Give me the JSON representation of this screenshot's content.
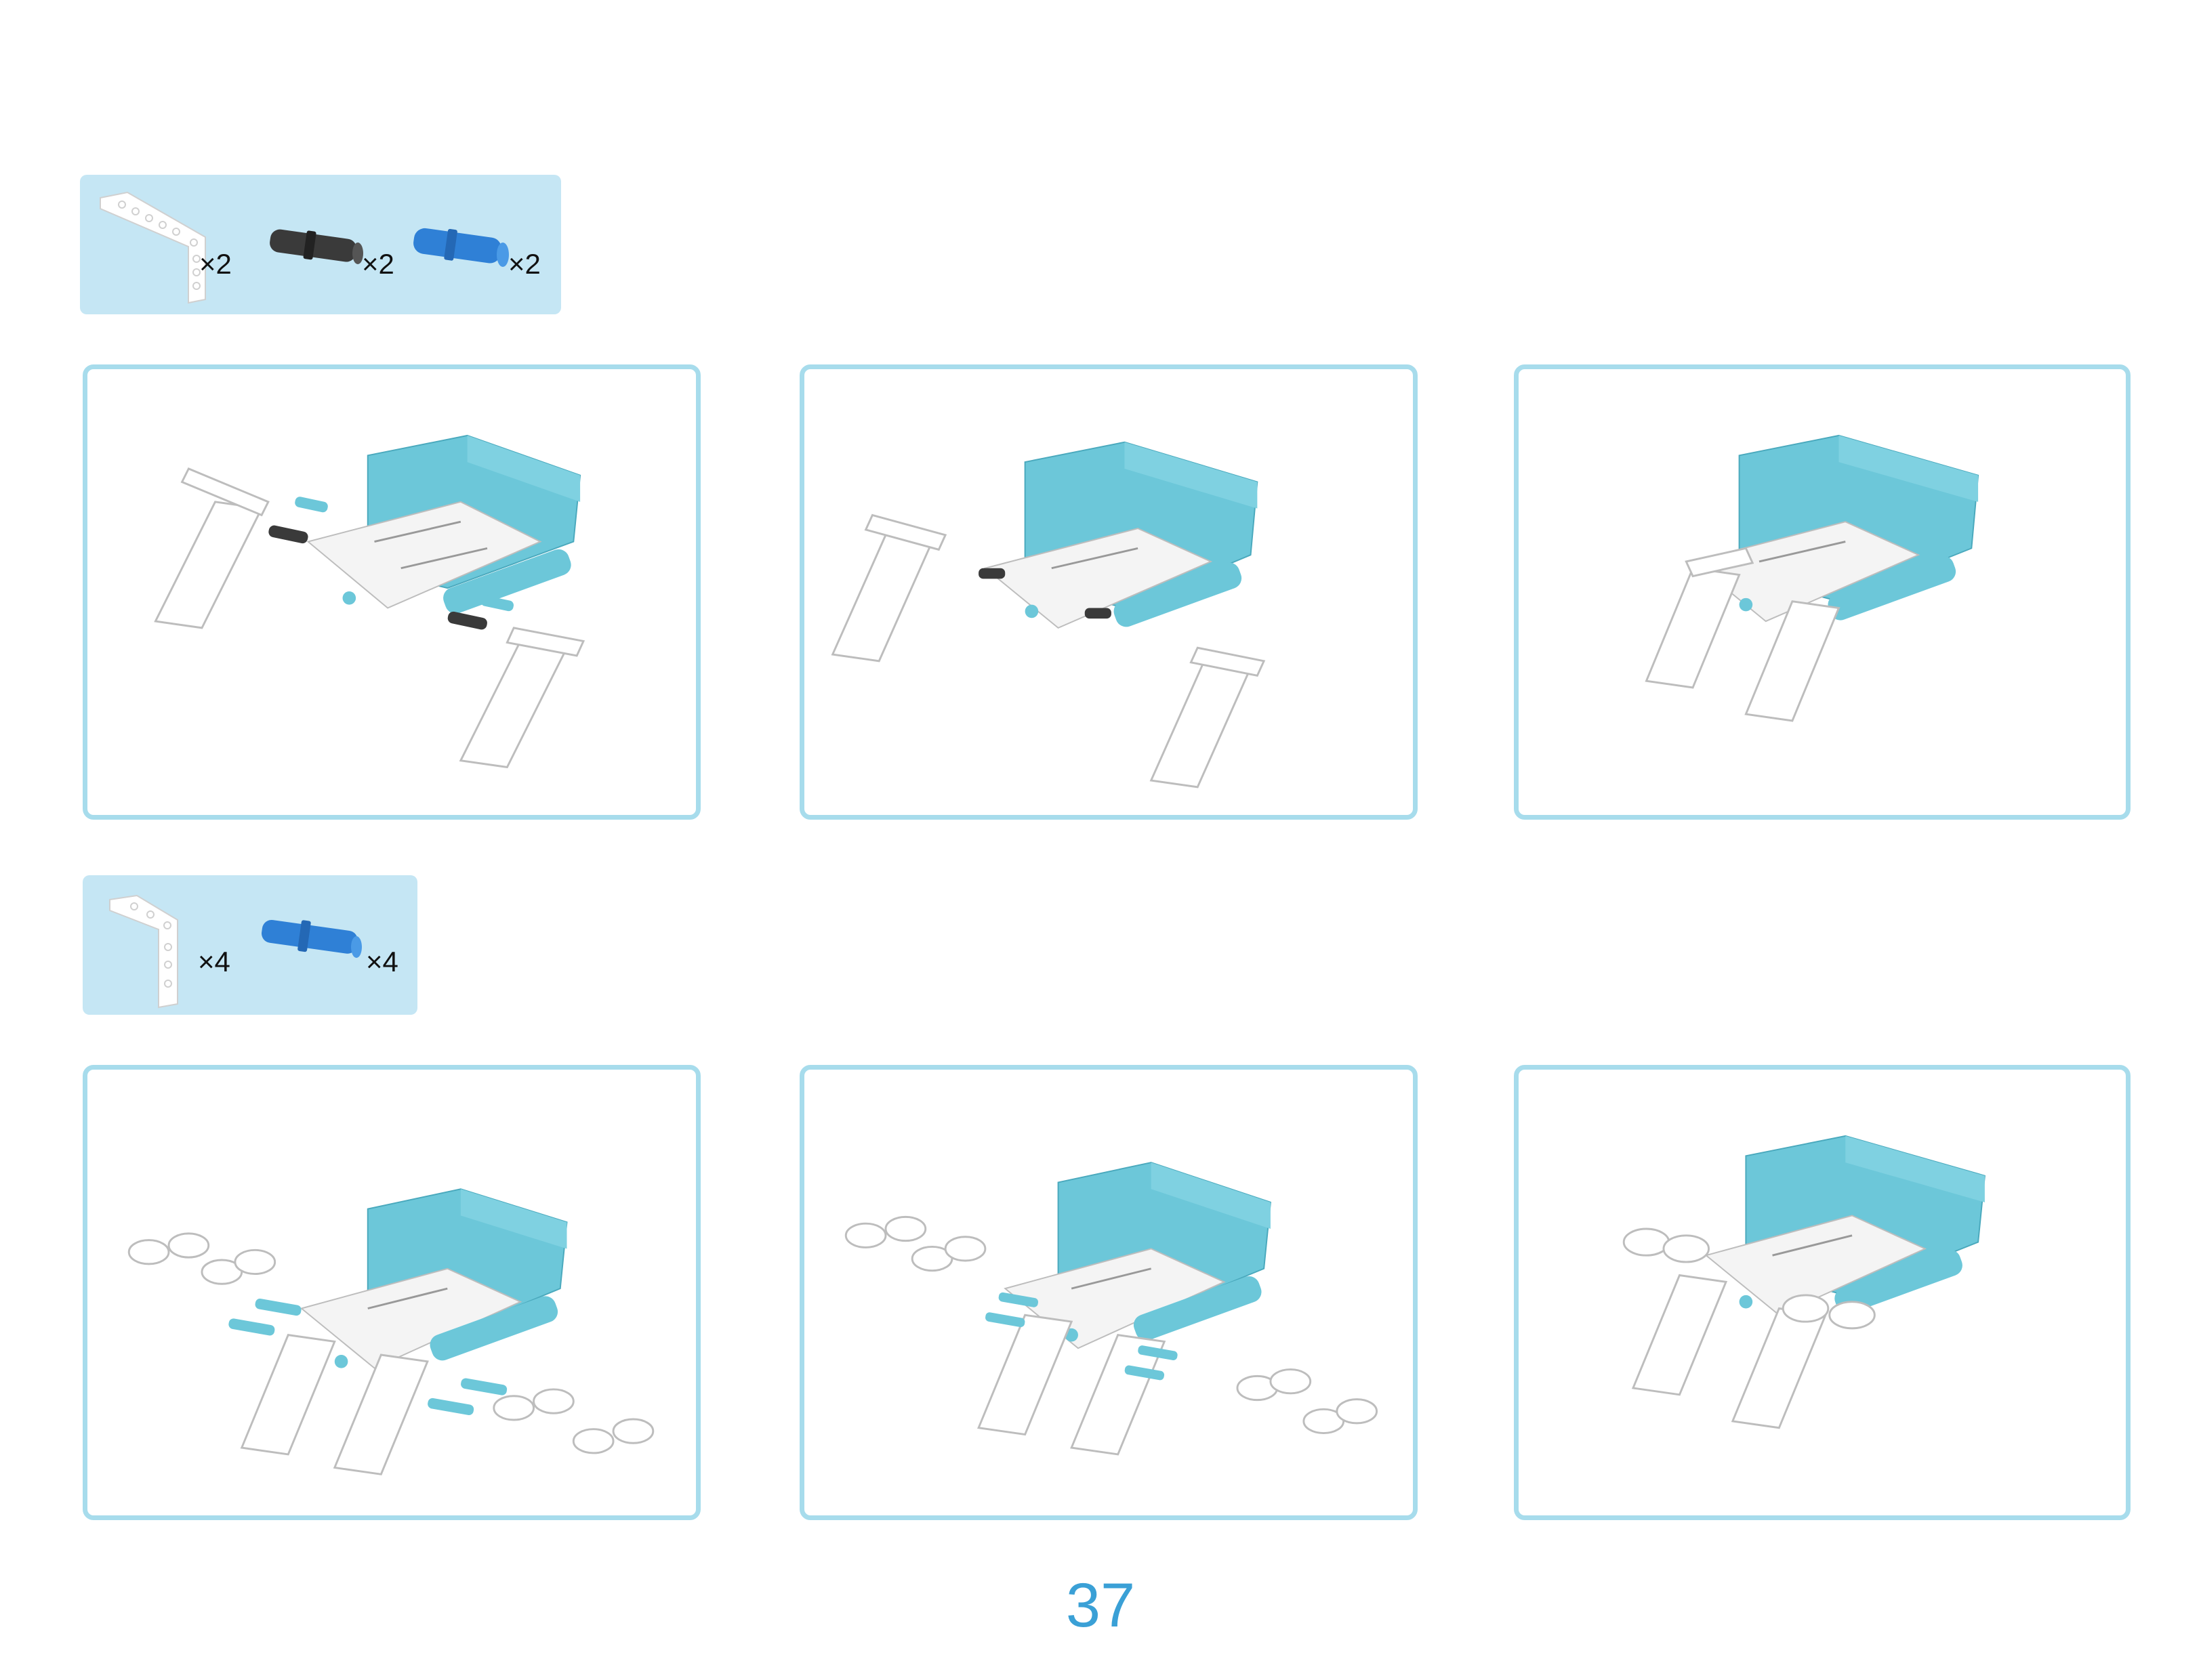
{
  "parts_list_1": {
    "items": [
      {
        "icon": "white-angled-beam-icon",
        "qty": "×2"
      },
      {
        "icon": "black-friction-pin-icon",
        "qty": "×2"
      },
      {
        "icon": "blue-axle-pin-icon",
        "qty": "×2"
      }
    ]
  },
  "parts_list_2": {
    "items": [
      {
        "icon": "white-angled-beam-icon",
        "qty": "×4"
      },
      {
        "icon": "blue-long-pin-icon",
        "qty": "×4"
      }
    ]
  },
  "colors": {
    "frame_border": "#a7dcec",
    "parts_background": "#c5e6f4",
    "assembly_teal": "#6cc7d9",
    "black_pin": "#3a3a3a",
    "blue_pin": "#2f80d6",
    "page_number": "#3aa0d6"
  },
  "page_number": "37"
}
